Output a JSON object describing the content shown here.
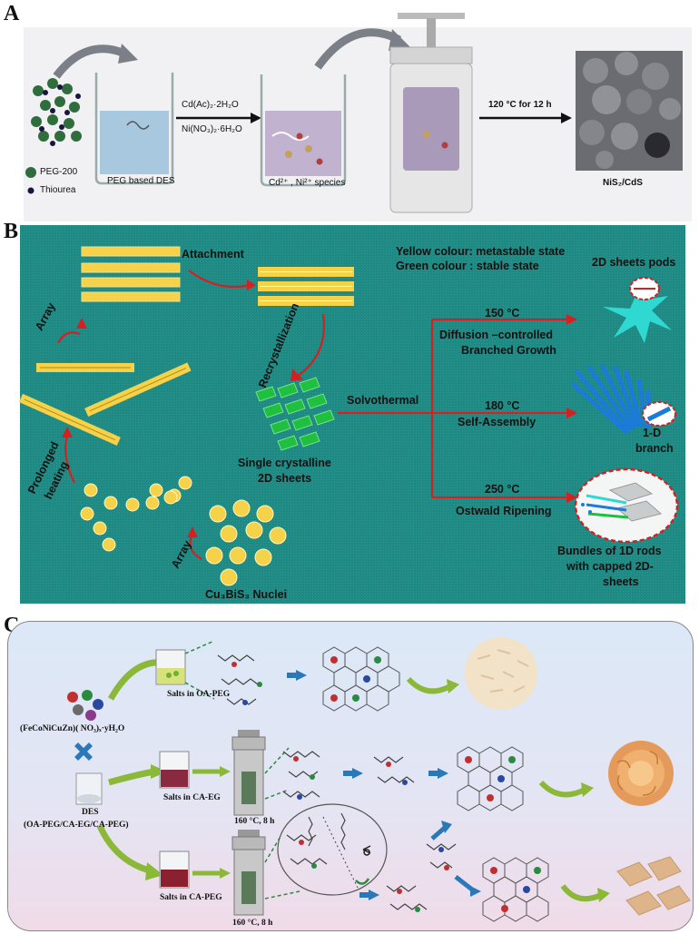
{
  "panels": {
    "a": {
      "label": "A",
      "legend_peg": "PEG-200",
      "legend_thiourea": "Thiourea",
      "des_label": "PEG based DES",
      "reagent_1": "Cd(Ac)₂·2H₂O",
      "reagent_2": "Ni(NO₃)₂·6H₂O",
      "species_label": "Cd²⁺ , Ni²⁺ species",
      "condition": "120 °C for 12 h",
      "product": "NiS₂/CdS"
    },
    "b": {
      "label": "B",
      "attachment": "Attachment",
      "legend_yellow": "Yellow colour: metastable state",
      "legend_green": "Green colour : stable state",
      "sheets_pods": "2D sheets pods",
      "array_top": "Array",
      "recrystallization": "Recrystallization",
      "temp_150": "150 °C",
      "diffusion_1": "Diffusion –controlled",
      "diffusion_2": "Branched Growth",
      "solvothermal": "Solvothermal",
      "temp_180": "180 °C",
      "self_assembly": "Self-Assembly",
      "branch_1": "1-D",
      "branch_2": "branch",
      "prolonged_1": "Prolonged",
      "prolonged_2": "heating",
      "single_1": "Single crystalline",
      "single_2": "2D sheets",
      "temp_250": "250 °C",
      "ostwald": "Ostwald Ripening",
      "array_bottom": "Array",
      "bundles_1": "Bundles of 1D rods",
      "bundles_2": "with capped 2D-",
      "bundles_3": "sheets",
      "nuclei": "Cu₃BiS₃ Nuclei"
    },
    "c": {
      "label": "C",
      "salts_oa_peg": "Salts in OA-PEG",
      "precursor": "(FeCoNiCuZn)( NO₃)ₓ·yH₂O",
      "salts_ca_eg": "Salts in CA-EG",
      "cond_1": "160 °C, 8 h",
      "des_1": "DES",
      "des_2": "(OA-PEG/CA-EG/CA-PEG)",
      "salts_ca_peg": "Salts in CA-PEG",
      "cond_2": "160 °C, 8 h"
    }
  },
  "colors": {
    "teal_bg": "#1e8a84",
    "yellow_sheet": "#f6d24a",
    "green_sheet": "#1fbf3f",
    "red_arrow": "#d42020",
    "cyan_star": "#2fd8d0",
    "blue_rods": "#1c7ad8",
    "olive_arrow": "#8cb83a",
    "blue_arrow": "#2a78b8"
  }
}
